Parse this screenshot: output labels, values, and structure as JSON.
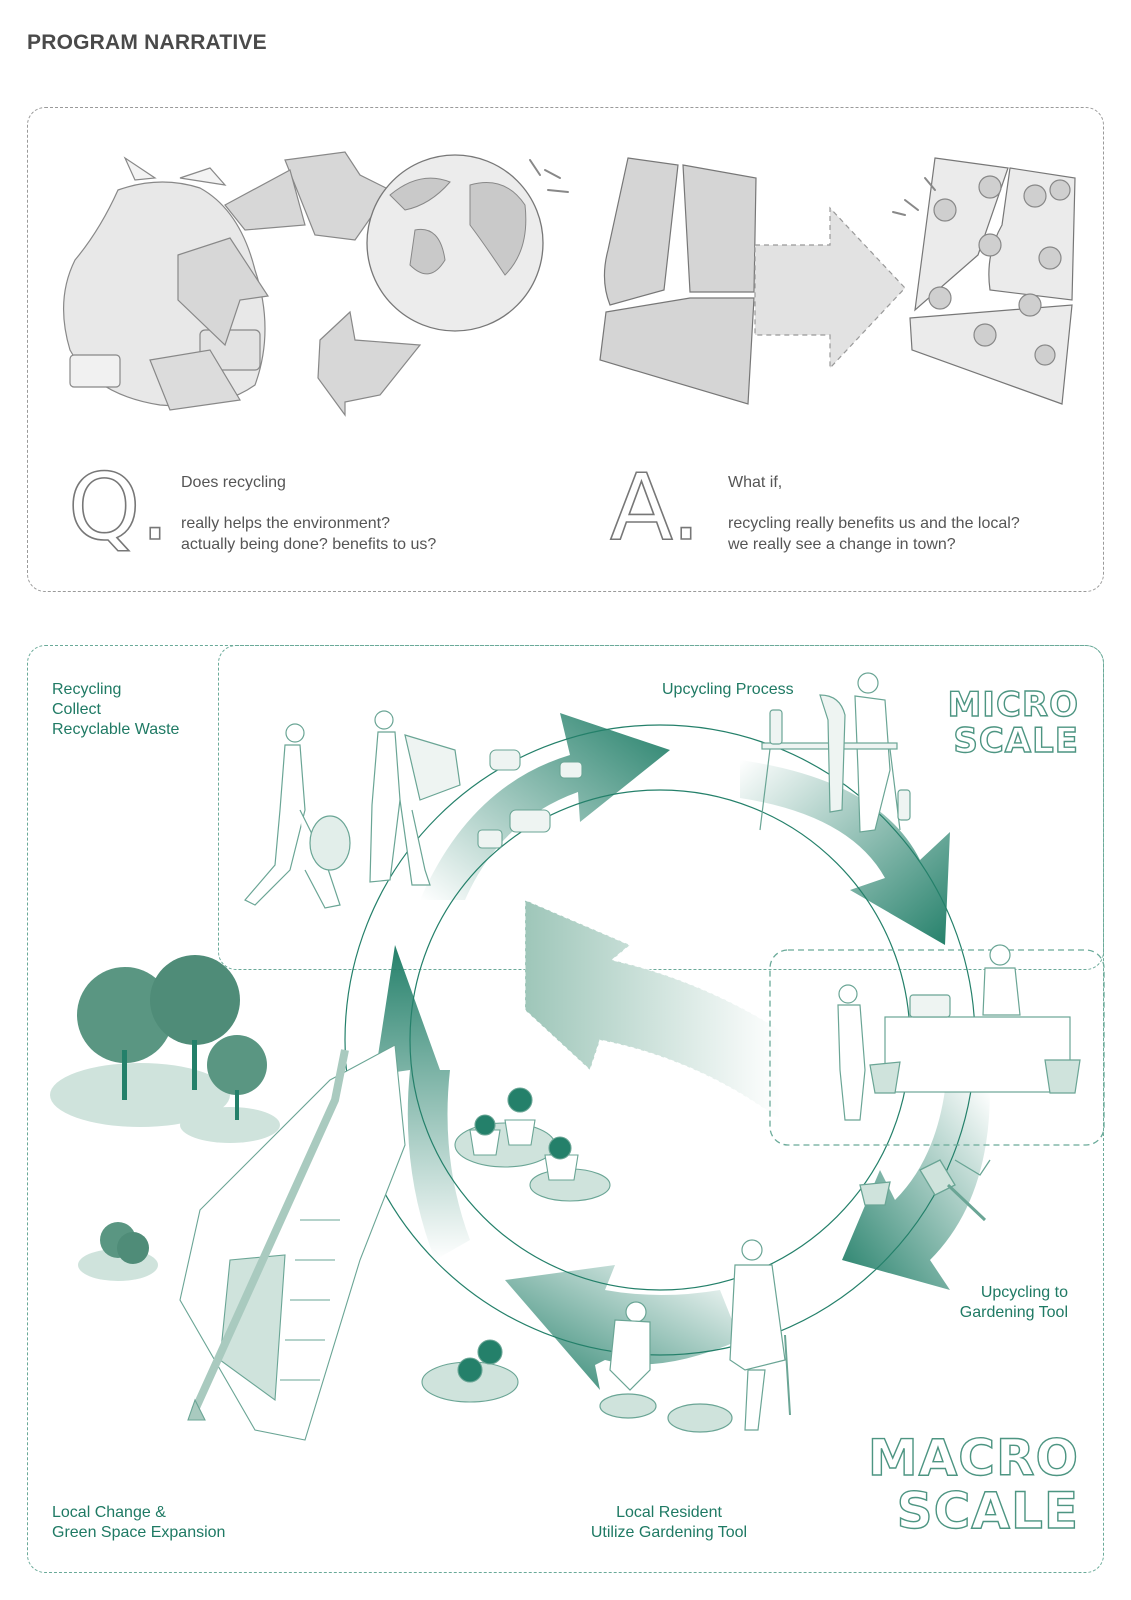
{
  "title": "PROGRAM NARRATIVE",
  "question": {
    "letter": "Q.",
    "lines": [
      "Does recycling",
      "really helps the environment?",
      "actually being done? benefits to us?"
    ]
  },
  "answer": {
    "letter": "A.",
    "lines": [
      "What if,",
      "recycling really benefits us and the local?",
      "we really see a change in town?"
    ]
  },
  "micro_scale": [
    "MICRO",
    "SCALE"
  ],
  "macro_scale": [
    "MACRO",
    "SCALE"
  ],
  "labels": {
    "recycling": [
      "Recycling",
      "Collect",
      "Recyclable Waste"
    ],
    "upcycling_process": [
      "Upcycling Process"
    ],
    "upcycling_to_tool": [
      "Upcycling to",
      "Gardening Tool"
    ],
    "local_resident": [
      "Local Resident",
      "Utilize Gardening Tool"
    ],
    "local_change": [
      "Local Change &",
      "Green Space Expansion"
    ]
  },
  "colors": {
    "accent_green": "#24806a",
    "light_green": "#cfe3dc",
    "gray_fill": "#d9d9d9",
    "gray_stroke": "#777777"
  }
}
